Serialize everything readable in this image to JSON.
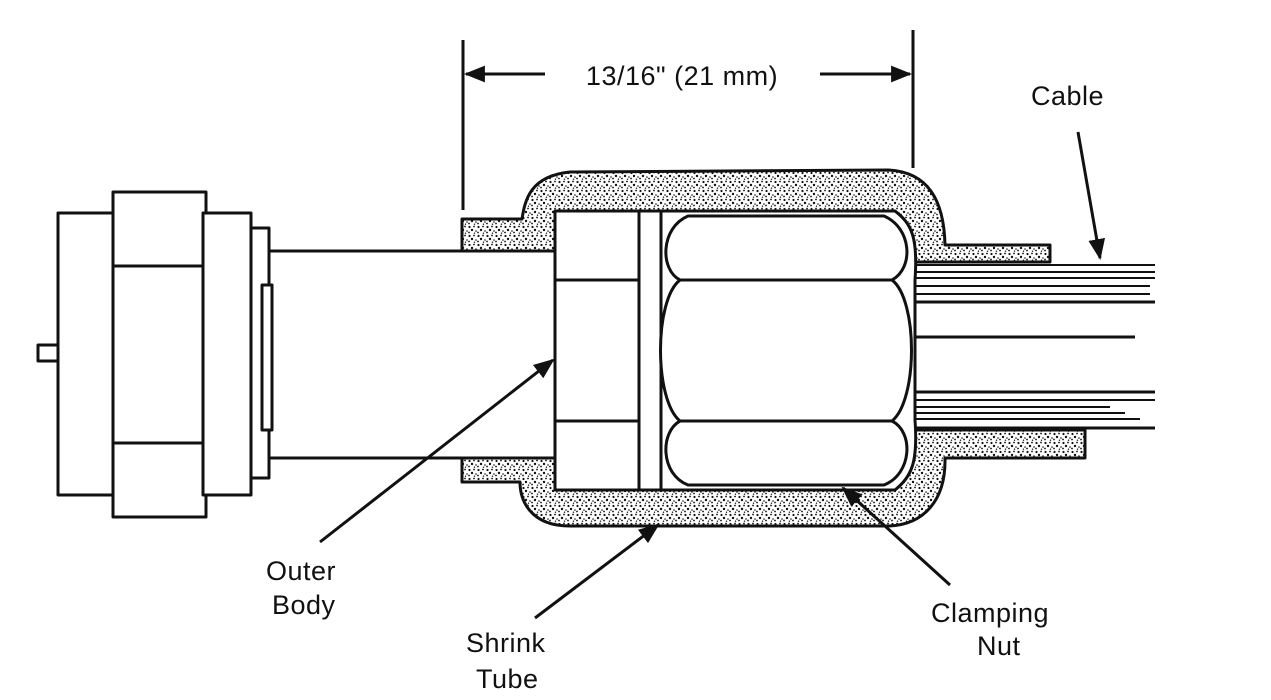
{
  "diagram": {
    "dimension_label": "13/16\" (21 mm)",
    "labels": {
      "cable": "Cable",
      "outer_body_line1": "Outer",
      "outer_body_line2": "Body",
      "shrink_tube_line1": "Shrink",
      "shrink_tube_line2": "Tube",
      "clamping_nut_line1": "Clamping",
      "clamping_nut_line2": "Nut"
    },
    "colors": {
      "ink": "#111111",
      "paper": "#ffffff"
    }
  }
}
